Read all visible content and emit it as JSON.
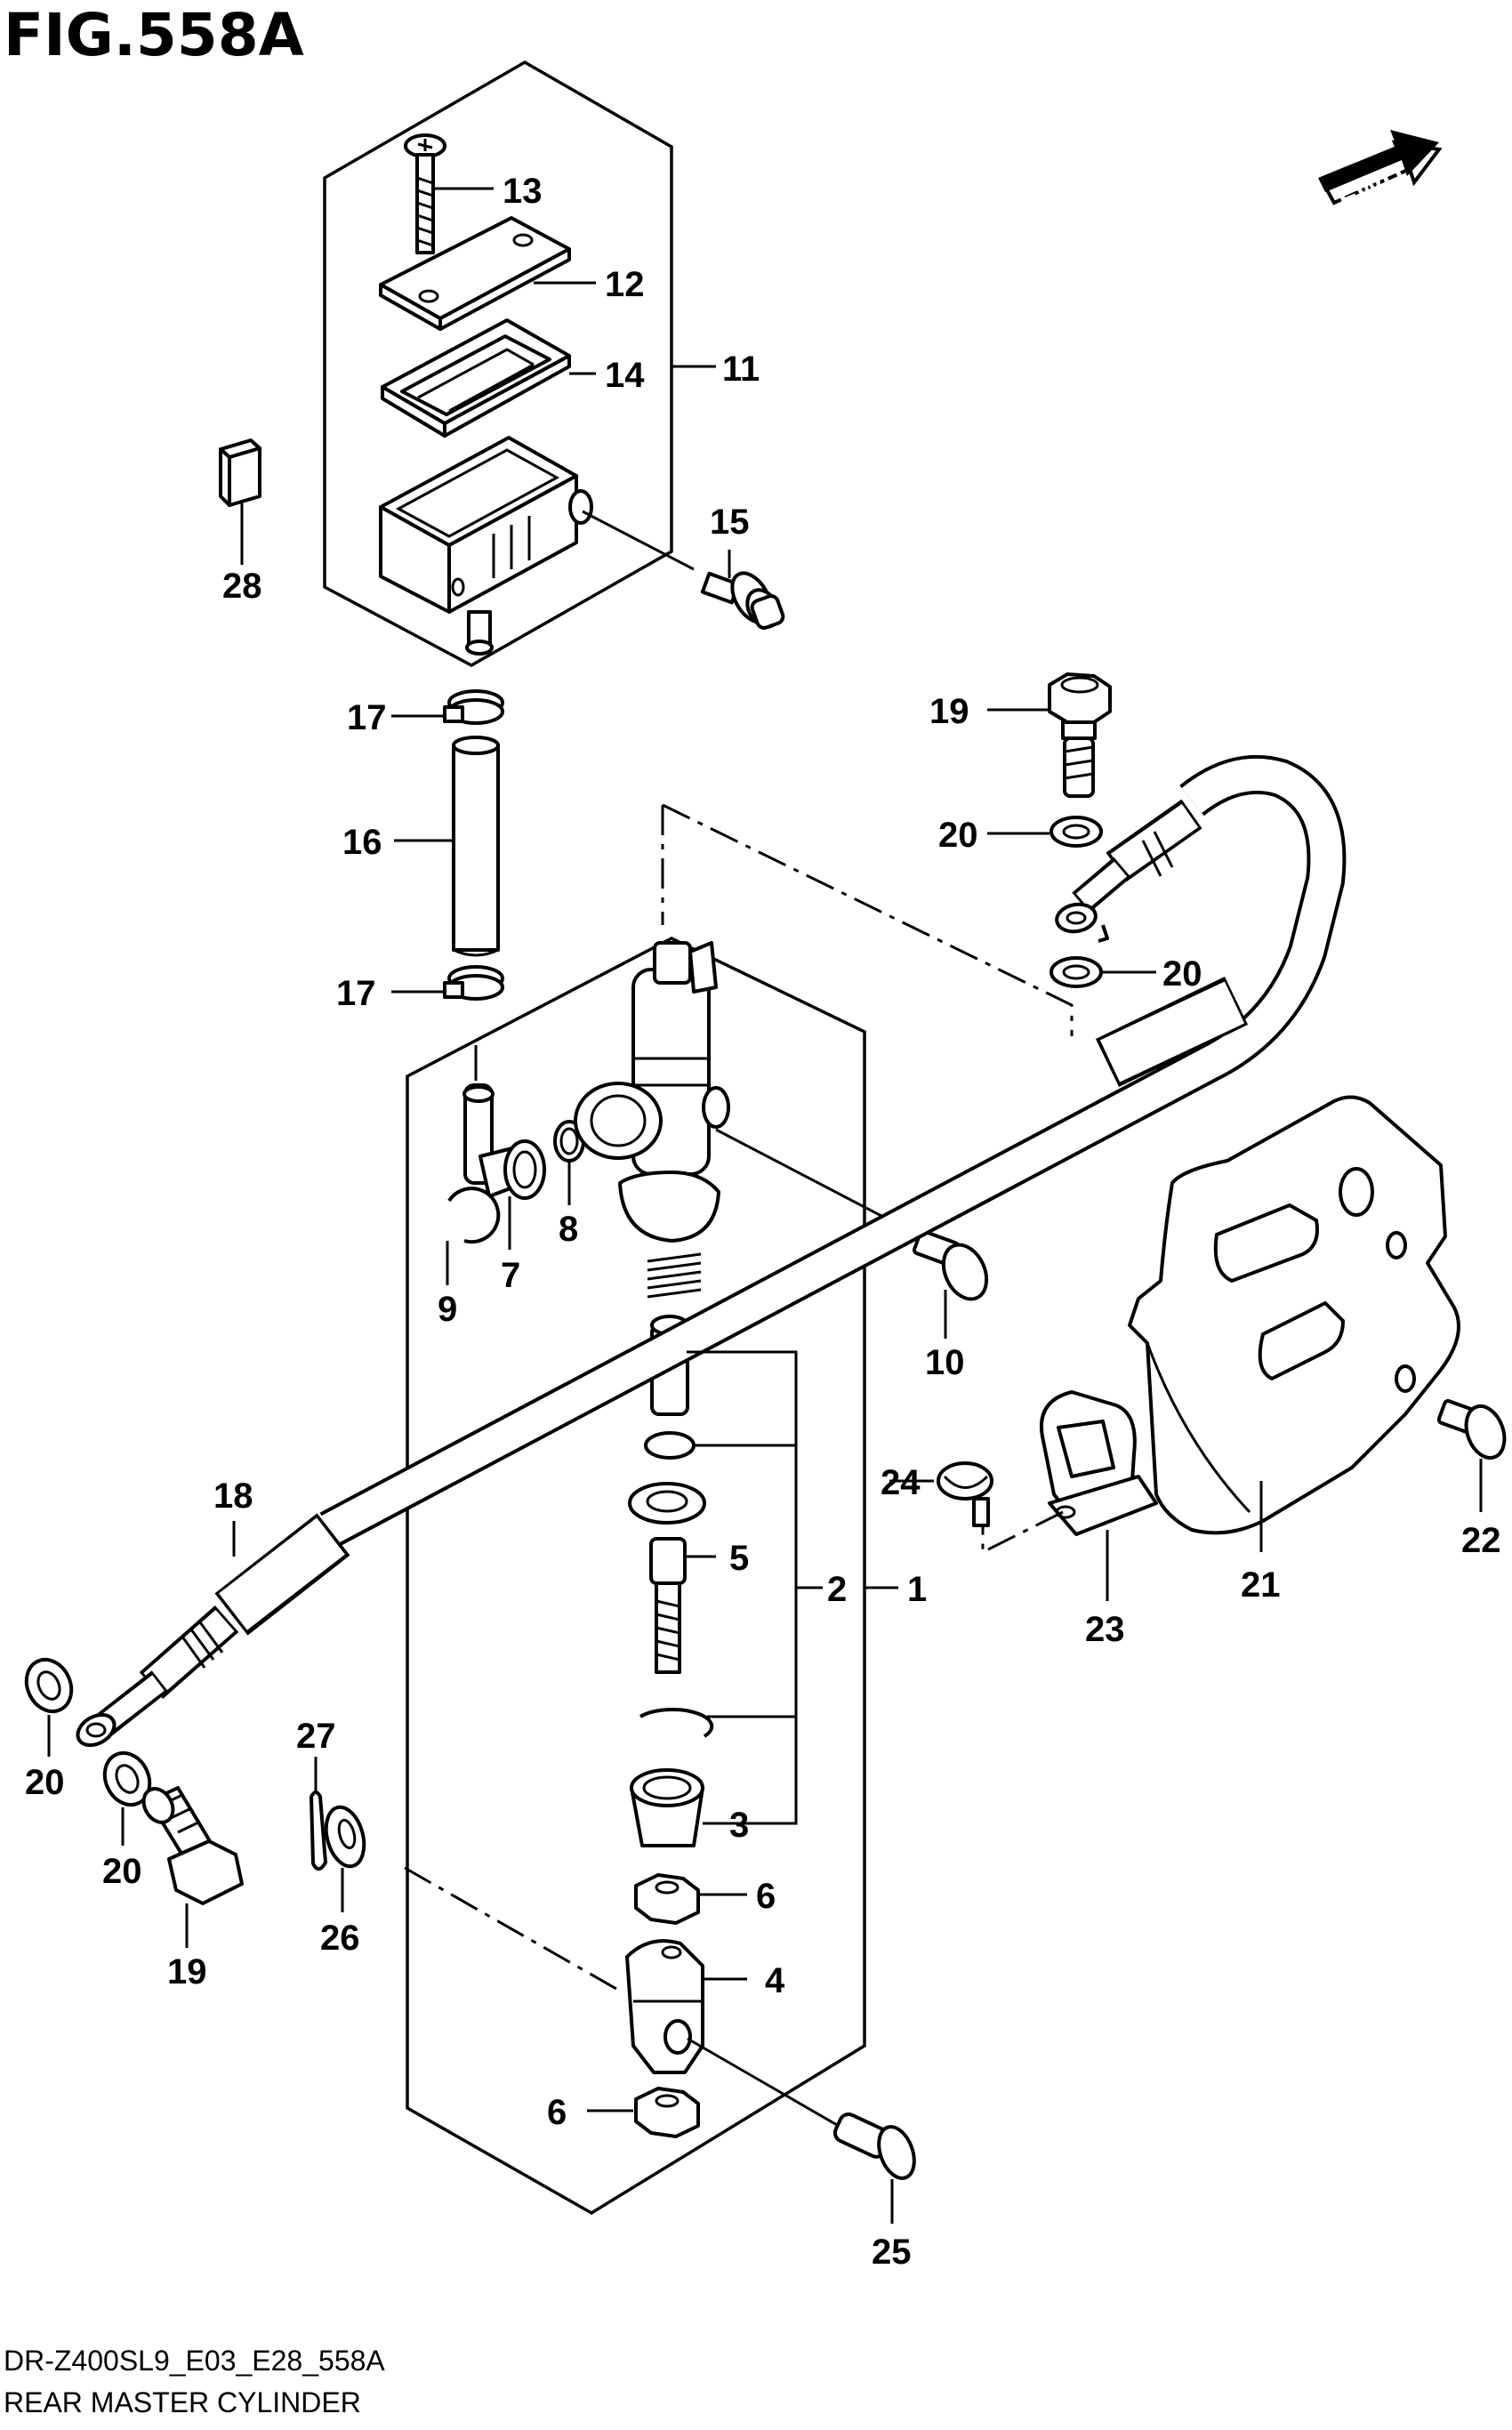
{
  "figure": {
    "title": "FIG.558A",
    "code": "DR-Z400SL9_E03_E28_558A",
    "name": "REAR MASTER CYLINDER",
    "direction_label": "FWD"
  },
  "callouts": [
    "1",
    "2",
    "3",
    "4",
    "5",
    "6",
    "6",
    "7",
    "8",
    "9",
    "10",
    "11",
    "12",
    "13",
    "14",
    "15",
    "16",
    "17",
    "17",
    "18",
    "19",
    "19",
    "20",
    "20",
    "20",
    "20",
    "21",
    "22",
    "23",
    "24",
    "25",
    "26",
    "27",
    "28"
  ]
}
